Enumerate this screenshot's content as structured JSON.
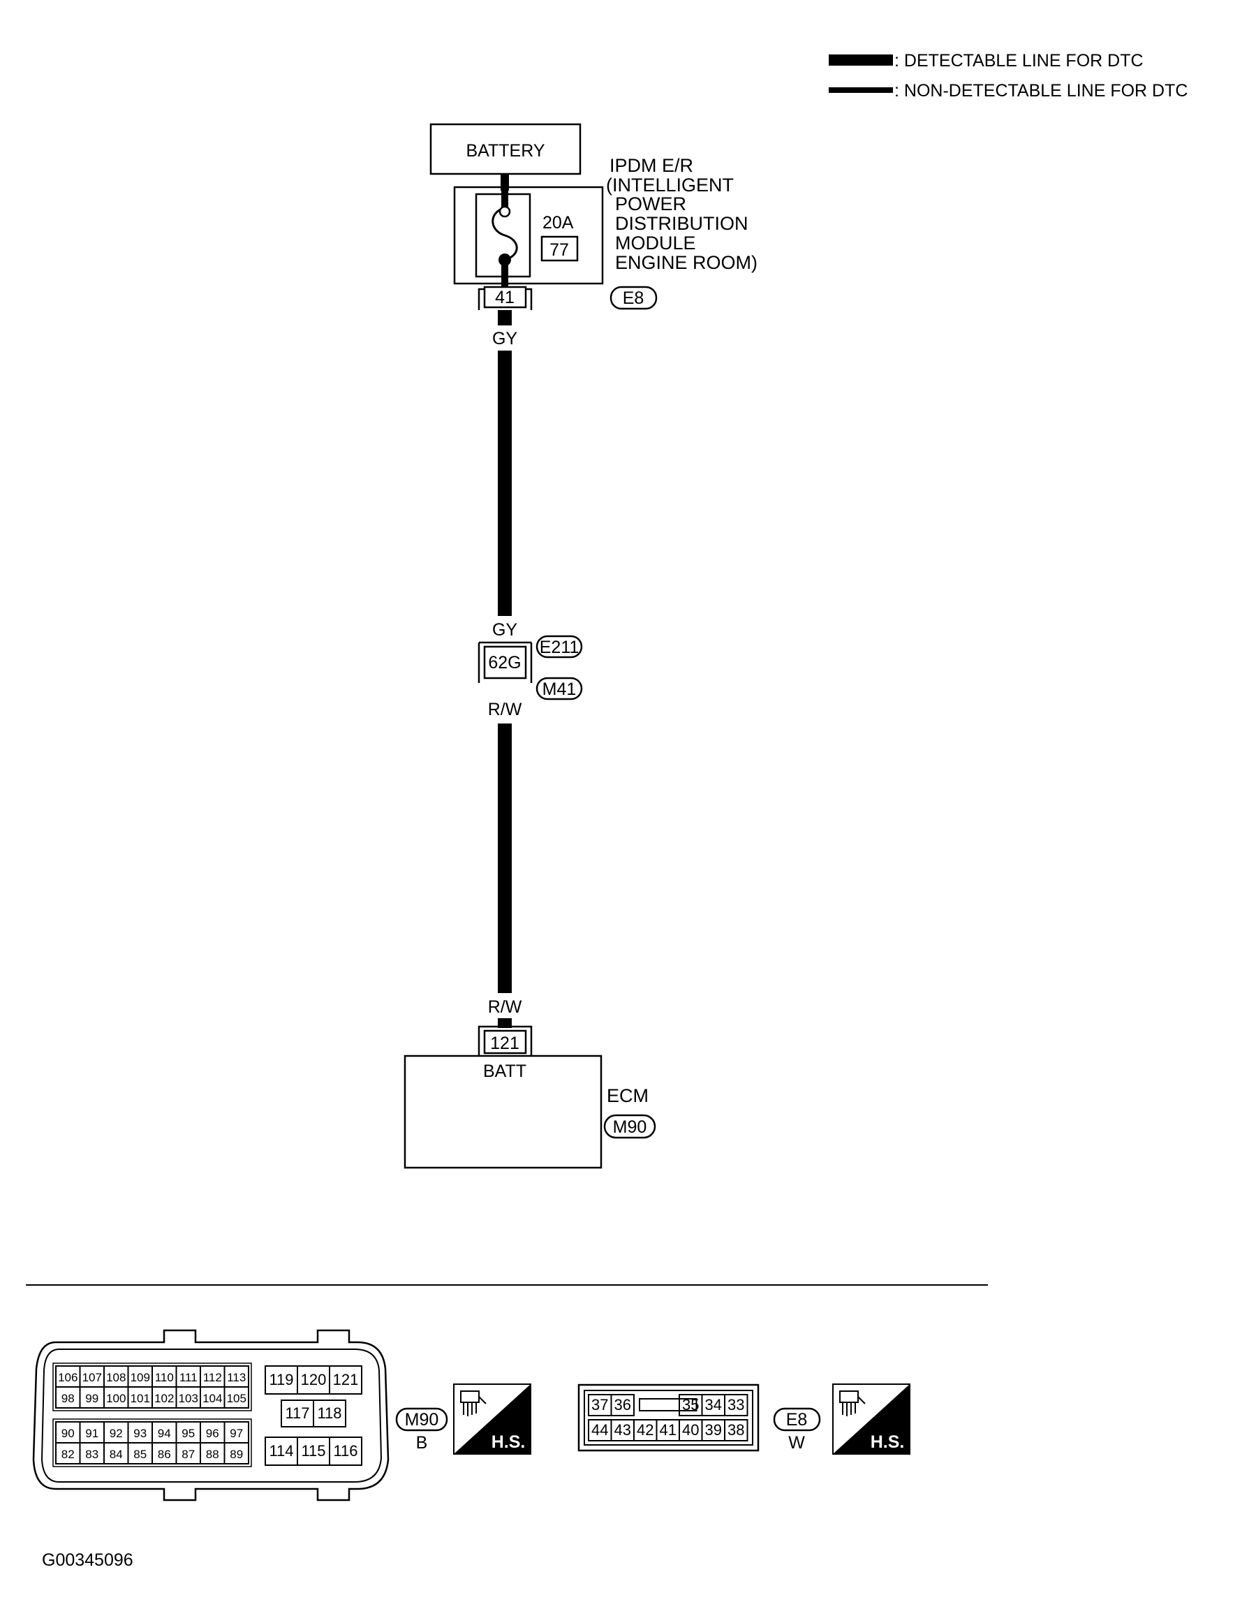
{
  "legend": {
    "detectable": ": DETECTABLE LINE FOR DTC",
    "non_detectable": ": NON-DETECTABLE LINE FOR DTC"
  },
  "battery": {
    "label": "BATTERY"
  },
  "ipdm": {
    "name_lines": [
      "IPDM E/R",
      "(INTELLIGENT",
      "POWER",
      "DISTRIBUTION",
      "MODULE",
      "ENGINE ROOM)"
    ],
    "fuse_rating": "20A",
    "fuse_number": "77",
    "terminal": "41",
    "connector": "E8"
  },
  "wires": {
    "upper_color_top": "GY",
    "upper_color_bottom": "GY",
    "lower_color_top": "R/W",
    "lower_color_bottom": "R/W"
  },
  "joint": {
    "terminal": "62G",
    "connector_upper": "E211",
    "connector_lower": "M41"
  },
  "ecm": {
    "name": "ECM",
    "terminal": "121",
    "terminal_label": "BATT",
    "connector": "M90"
  },
  "connectors": {
    "m90": {
      "id": "M90",
      "color": "B",
      "hs_label": "H.S.",
      "rows_left": [
        [
          "106",
          "107",
          "108",
          "109",
          "110",
          "111",
          "112",
          "113"
        ],
        [
          "98",
          "99",
          "100",
          "101",
          "102",
          "103",
          "104",
          "105"
        ],
        [
          "90",
          "91",
          "92",
          "93",
          "94",
          "95",
          "96",
          "97"
        ],
        [
          "82",
          "83",
          "84",
          "85",
          "86",
          "87",
          "88",
          "89"
        ]
      ],
      "right_top": [
        "119",
        "120",
        "121"
      ],
      "right_mid": [
        "117",
        "118"
      ],
      "right_bottom": [
        "114",
        "115",
        "116"
      ]
    },
    "e8": {
      "id": "E8",
      "color": "W",
      "hs_label": "H.S.",
      "top_left": [
        "37",
        "36"
      ],
      "top_right": [
        "35",
        "34",
        "33"
      ],
      "bottom": [
        "44",
        "43",
        "42",
        "41",
        "40",
        "39",
        "38"
      ]
    }
  },
  "figure_id": "G00345096"
}
